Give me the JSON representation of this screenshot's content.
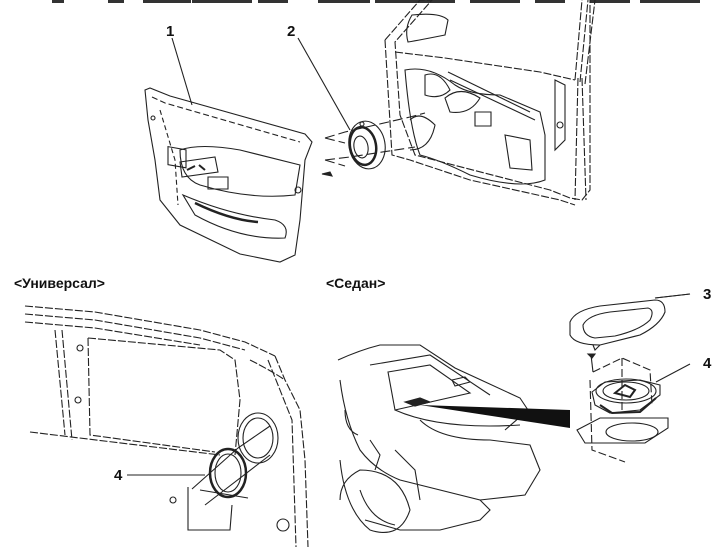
{
  "diagram": {
    "subject": "speaker installation",
    "callouts": [
      {
        "id": "1",
        "label": "1",
        "part": "door-trim-panel"
      },
      {
        "id": "2",
        "label": "2",
        "part": "front-door-speaker"
      },
      {
        "id": "3",
        "label": "3",
        "part": "speaker-grille-cover"
      },
      {
        "id": "4a",
        "label": "4",
        "part": "rear-speaker-wagon"
      },
      {
        "id": "4b",
        "label": "4",
        "part": "rear-speaker-sedan"
      }
    ],
    "sections": {
      "wagon": "<Универсал>",
      "sedan": "<Седан>"
    }
  }
}
